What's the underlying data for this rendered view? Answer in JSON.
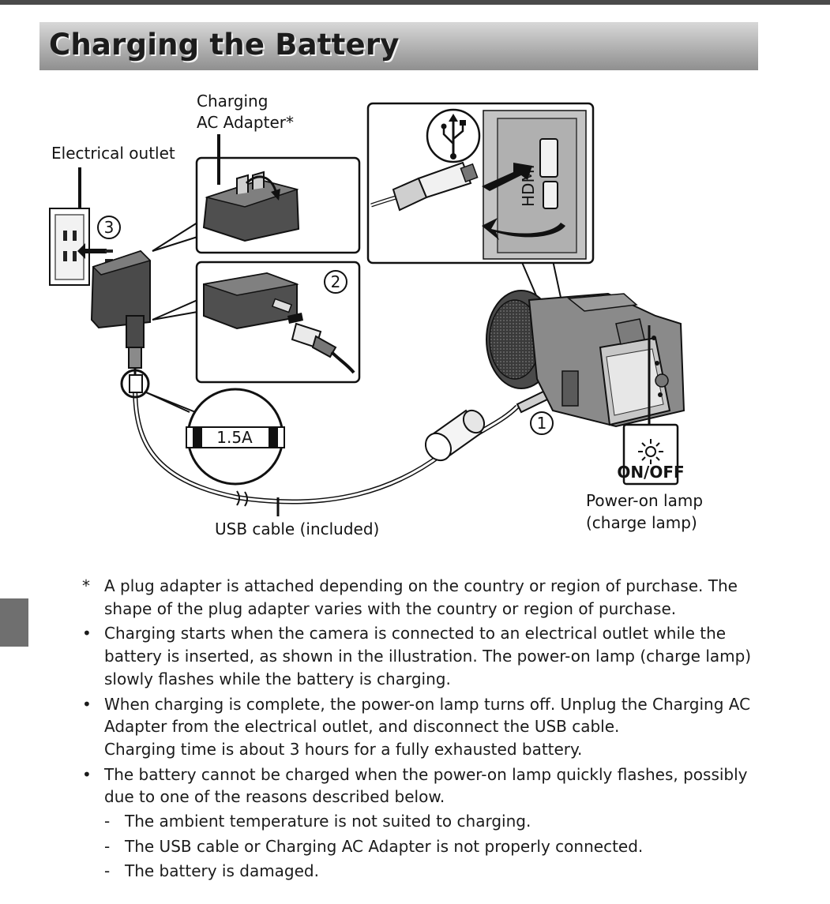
{
  "page": {
    "title": "Charging the Battery"
  },
  "diagram": {
    "labels": {
      "outlet": "Electrical outlet",
      "adapter_line1": "Charging",
      "adapter_line2": "AC Adapter*",
      "cable": "USB cable (included)",
      "lamp_line1": "Power-on lamp",
      "lamp_line2": "(charge lamp)",
      "rating": "1.5A",
      "lamp_switch": "ON/OFF",
      "port_label": "HDMI"
    },
    "steps": [
      "1",
      "2",
      "3"
    ],
    "icons": [
      "usb-icon",
      "lamp-icon",
      "electrical-outlet",
      "camera"
    ]
  },
  "notes": [
    {
      "marker": "*",
      "lines": [
        "A plug adapter is attached depending on the country or region of purchase. The",
        "shape of the plug adapter varies with the country or region of purchase."
      ]
    },
    {
      "marker": "•",
      "lines": [
        "Charging starts when the camera is connected to an electrical outlet while the",
        "battery is inserted, as shown in the illustration. The power-on lamp (charge lamp)",
        "slowly flashes while the battery is charging."
      ]
    },
    {
      "marker": "•",
      "lines": [
        "When charging is complete, the power-on lamp turns off. Unplug the Charging AC",
        "Adapter from the electrical outlet, and disconnect the USB cable.",
        "Charging time is about 3 hours for a fully exhausted battery."
      ]
    },
    {
      "marker": "•",
      "lines": [
        "The battery cannot be charged when the power-on lamp quickly flashes, possibly",
        "due to one of the reasons described below."
      ],
      "sub": [
        "The ambient temperature is not suited to charging.",
        "The USB cable or Charging AC Adapter is not properly connected.",
        "The battery is damaged."
      ]
    }
  ]
}
